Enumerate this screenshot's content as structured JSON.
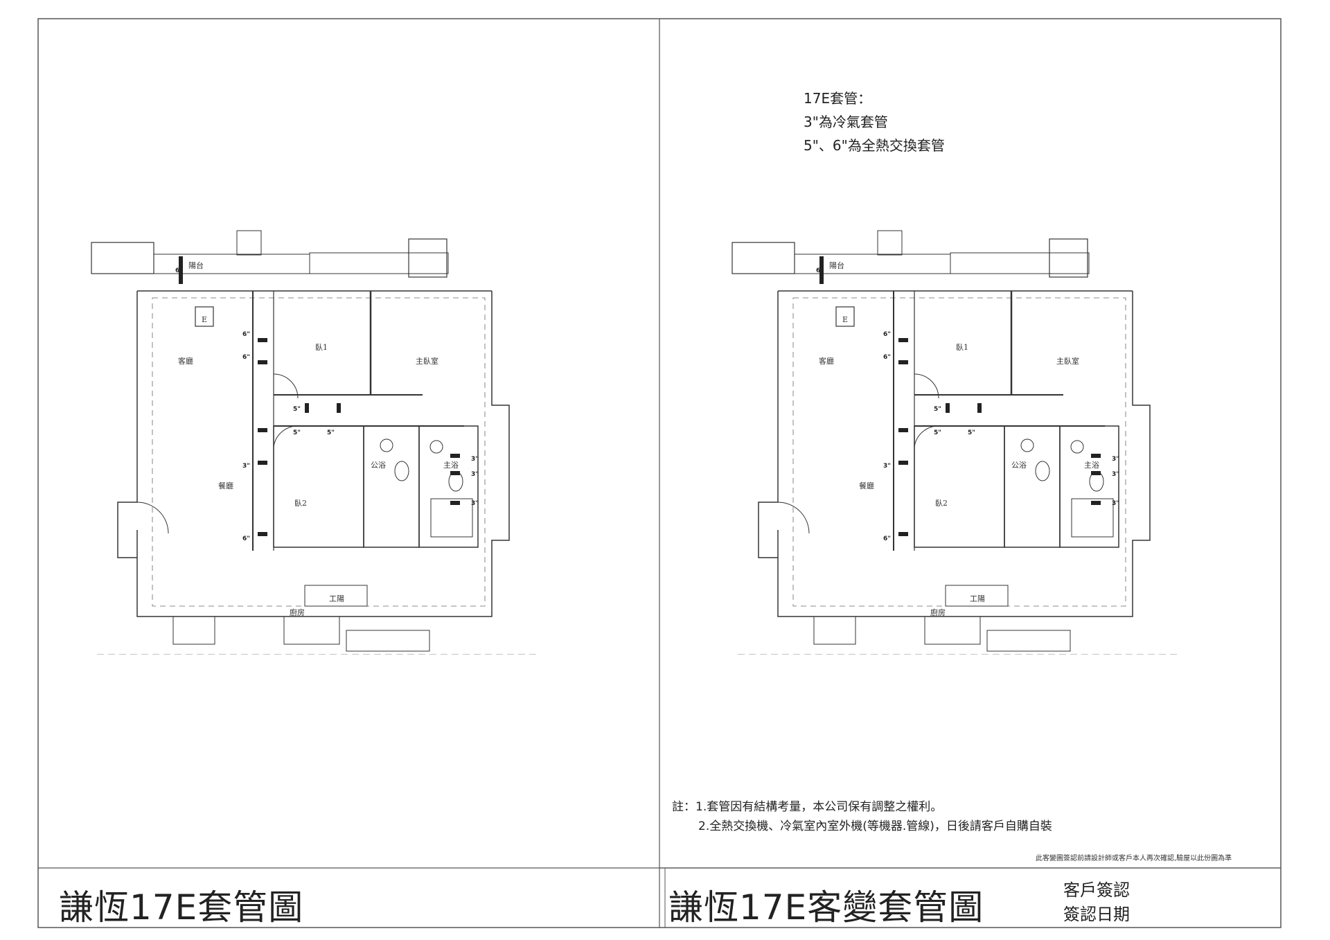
{
  "left_panel": {
    "title": "謙恆17E套管圖"
  },
  "right_panel": {
    "title": "謙恆17E客變套管圖",
    "sleeve_note": {
      "heading": "17E套管：",
      "line1": "3\"為冷氣套管",
      "line2": "5\"、6\"為全熱交換套管"
    },
    "remarks": {
      "line1": "註：1.套管因有結構考量，本公司保有調整之權利。",
      "line2": "2.全熱交換機、冷氣室內室外機(等機器.管線)，日後請客戶自購自裝"
    },
    "disclaimer": "此客變圖簽認前請設計師或客戶本人再次確認,驗屋以此份圖為準",
    "customer_sign_label": "客戶簽認",
    "sign_date_label": "簽認日期"
  },
  "floor_plan": {
    "unit_letter": "E",
    "rooms": {
      "balcony": "陽台",
      "living_room": "客廳",
      "dining_room": "餐廳",
      "bedroom1": "臥1",
      "master_bedroom": "主臥室",
      "bedroom2": "臥2",
      "public_bath": "公浴",
      "master_bath": "主浴",
      "kitchen": "廚房",
      "utility_balcony": "工陽"
    },
    "sleeve_labels": {
      "s6": "6\"",
      "s5": "5\"",
      "s3": "3\""
    }
  }
}
